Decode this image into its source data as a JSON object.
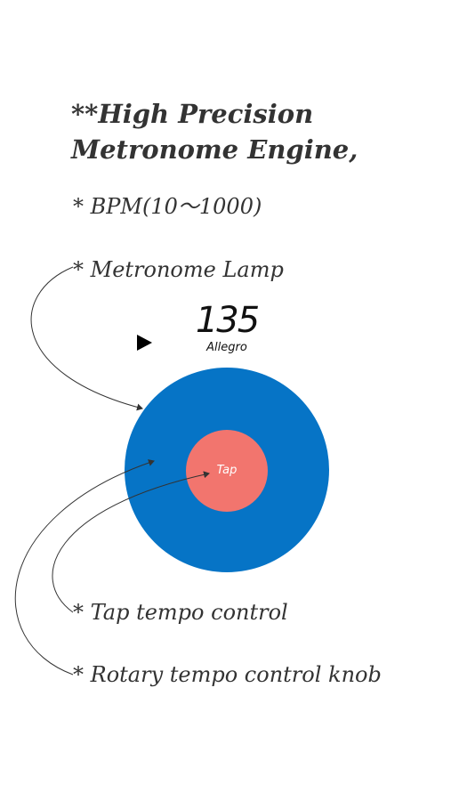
{
  "heading": {
    "line1": "**High Precision",
    "line2": "Metronome Engine,"
  },
  "features": {
    "bpm": "* BPM(10〜1000)",
    "lamp": "* Metronome Lamp",
    "tap": "* Tap tempo control",
    "knob": "* Rotary tempo control knob"
  },
  "metronome": {
    "bpm": "135",
    "tempo_name": "Allegro",
    "tap_label": "Tap"
  },
  "icons": {
    "play": "play-icon"
  },
  "colors": {
    "knob": "#0674c6",
    "tap": "#f2756e",
    "text": "#333333",
    "arrow": "#333333"
  }
}
